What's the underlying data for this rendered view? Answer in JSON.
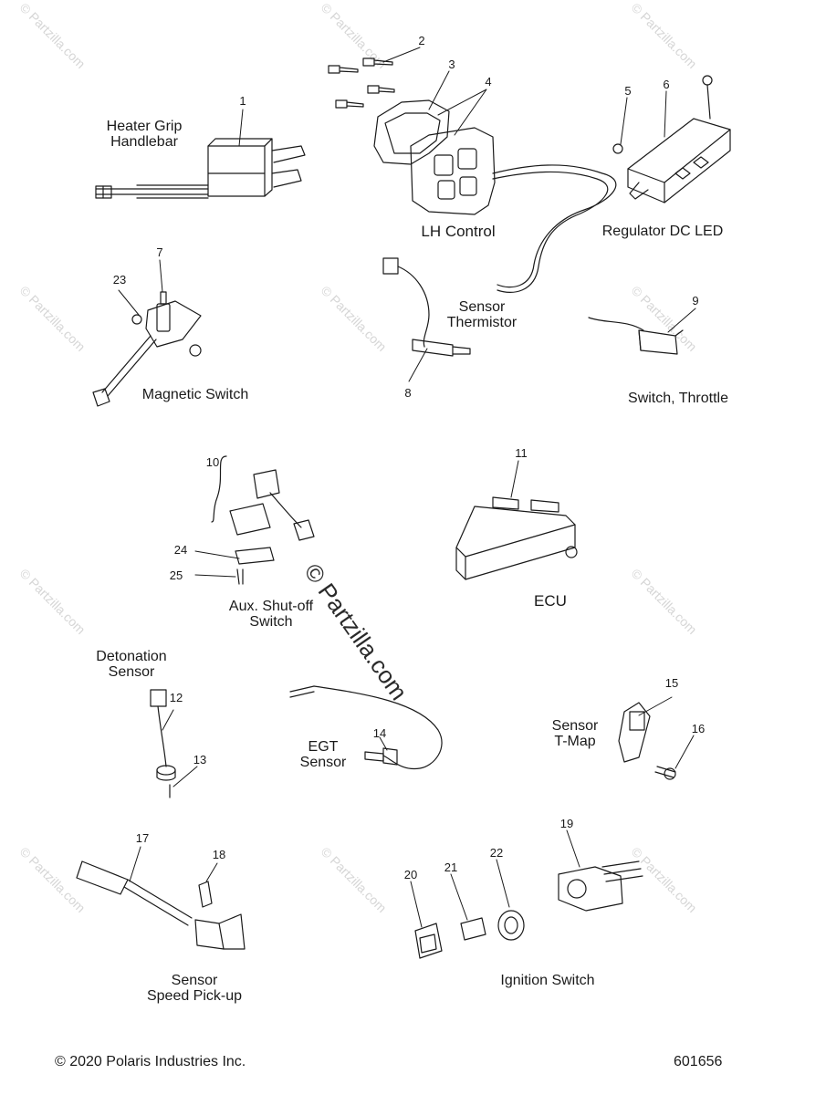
{
  "labels": {
    "heater_grip_1": "Heater Grip",
    "heater_grip_2": "Handlebar",
    "lh_control": "LH Control",
    "regulator": "Regulator DC LED",
    "magnetic_switch": "Magnetic Switch",
    "sensor_thermistor_1": "Sensor",
    "sensor_thermistor_2": "Thermistor",
    "switch_throttle": "Switch, Throttle",
    "aux_shutoff_1": "Aux. Shut-off",
    "aux_shutoff_2": "Switch",
    "ecu": "ECU",
    "detonation_1": "Detonation",
    "detonation_2": "Sensor",
    "egt_1": "EGT",
    "egt_2": "Sensor",
    "tmap_1": "Sensor",
    "tmap_2": "T-Map",
    "speed_1": "Sensor",
    "speed_2": "Speed Pick-up",
    "ignition": "Ignition Switch"
  },
  "callouts": {
    "c1": "1",
    "c2": "2",
    "c3": "3",
    "c4": "4",
    "c5": "5",
    "c6": "6",
    "c7": "7",
    "c8": "8",
    "c9": "9",
    "c10": "10",
    "c11": "11",
    "c12": "12",
    "c13": "13",
    "c14": "14",
    "c15": "15",
    "c16": "16",
    "c17": "17",
    "c18": "18",
    "c19": "19",
    "c20": "20",
    "c21": "21",
    "c22": "22",
    "c23": "23",
    "c24": "24",
    "c25": "25"
  },
  "footer": {
    "copyright": "© 2020 Polaris Industries Inc.",
    "diagram_number": "601656"
  },
  "watermark": {
    "text": "© Partzilla.com",
    "center_text": "© Partzilla.com"
  },
  "colors": {
    "ink": "#1a1a1a",
    "watermark": "#d6d6d6"
  }
}
